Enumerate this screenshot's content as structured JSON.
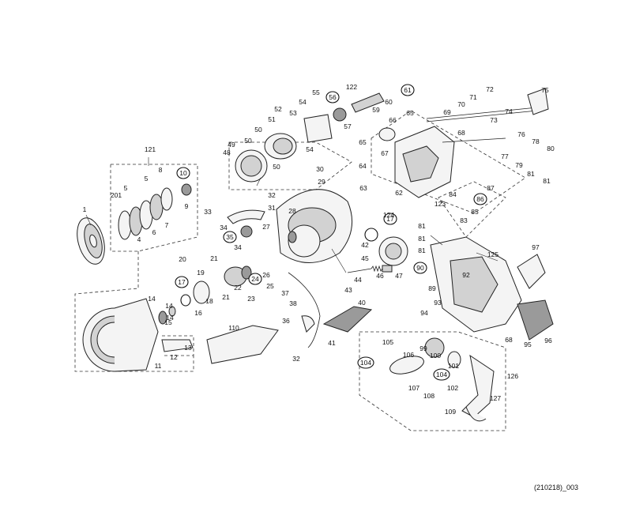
{
  "diagram": {
    "code": "(210218)_003",
    "labels": [
      "1",
      "4",
      "5",
      "5",
      "6",
      "7",
      "8",
      "9",
      "10",
      "11",
      "12",
      "13",
      "14",
      "14",
      "14",
      "15",
      "16",
      "17",
      "17",
      "18",
      "19",
      "20",
      "21",
      "21",
      "22",
      "23",
      "24",
      "25",
      "26",
      "27",
      "28",
      "29",
      "30",
      "31",
      "32",
      "32",
      "33",
      "34",
      "34",
      "35",
      "36",
      "37",
      "38",
      "40",
      "41",
      "42",
      "43",
      "44",
      "45",
      "46",
      "47",
      "48",
      "49",
      "50",
      "50",
      "50",
      "51",
      "52",
      "53",
      "54",
      "54",
      "55",
      "56",
      "57",
      "59",
      "60",
      "61",
      "62",
      "63",
      "64",
      "65",
      "65",
      "66",
      "67",
      "68",
      "68",
      "69",
      "70",
      "71",
      "72",
      "73",
      "74",
      "75",
      "76",
      "77",
      "78",
      "79",
      "80",
      "81",
      "81",
      "81",
      "81",
      "81",
      "83",
      "84",
      "85",
      "86",
      "87",
      "89",
      "90",
      "92",
      "93",
      "94",
      "95",
      "96",
      "97",
      "99",
      "100",
      "101",
      "102",
      "104",
      "104",
      "105",
      "106",
      "107",
      "108",
      "109",
      "110",
      "121",
      "122",
      "123",
      "124",
      "125",
      "126",
      "127",
      "201"
    ]
  }
}
